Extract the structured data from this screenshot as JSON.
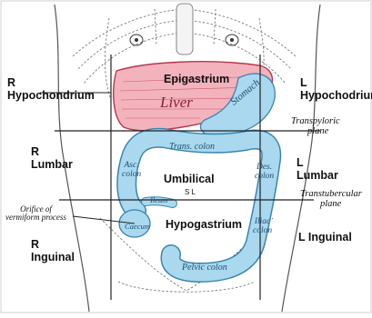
{
  "regions": {
    "r_hypochondrium": [
      "R",
      "Hypochondrium"
    ],
    "epigastrium": "Epigastrium",
    "l_hypochondrium": [
      "L",
      "Hypochodrium"
    ],
    "r_lumbar": [
      "R",
      "Lumbar"
    ],
    "umbilical": "Umbilical",
    "l_lumbar": [
      "L",
      "Lumbar"
    ],
    "r_inguinal": [
      "R",
      "Inguinal"
    ],
    "hypogastrium": "Hypogastrium",
    "l_inguinal": "L Inguinal"
  },
  "planes": {
    "transpyloric": [
      "Transpyloric",
      "plane"
    ],
    "transtubercular": [
      "Transtubercular",
      "plane"
    ]
  },
  "organs": {
    "liver": "Liver",
    "stomach": "Stomach",
    "trans_colon": "Trans. colon",
    "asc_colon": [
      "Asc.",
      "colon"
    ],
    "des_colon": [
      "Des.",
      "colon"
    ],
    "ileum": "Ileum",
    "caecum": "Caecum",
    "iliac_colon": [
      "Iliac",
      "colon"
    ],
    "pelvic_colon": "Pelvic colon",
    "orifice": [
      "Orifice of",
      "vermiform process"
    ],
    "navel": "S L"
  },
  "colors": {
    "liver_fill": "#f2b3bd",
    "liver_stroke": "#b8374e",
    "colon_fill": "#a9d8ef",
    "colon_stroke": "#3a84b0",
    "line": "#222222",
    "ribs": "#6b6b6b"
  }
}
